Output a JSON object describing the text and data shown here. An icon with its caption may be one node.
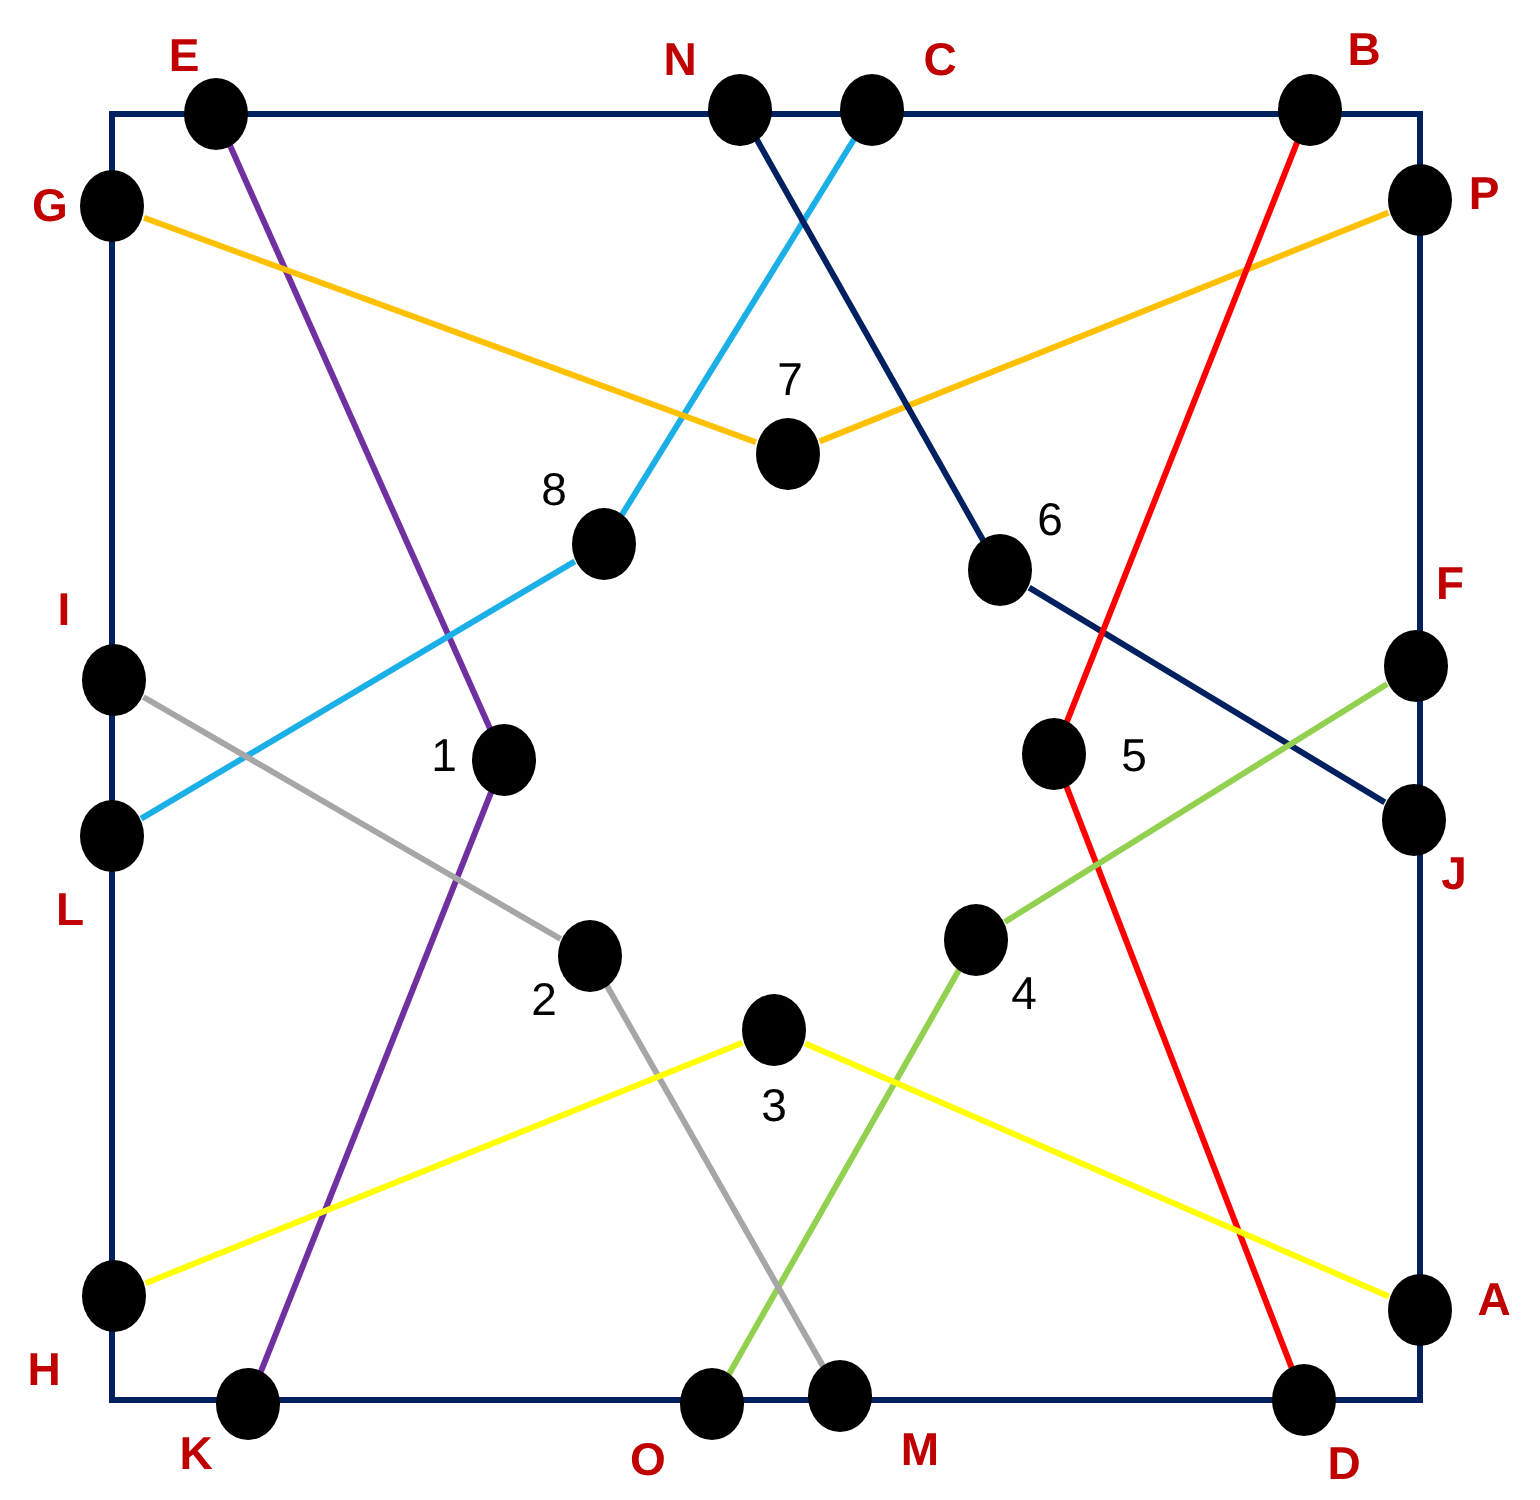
{
  "diagram": {
    "nodes": [
      {
        "text": [],
        "shape": "circle",
        "beside": [
          "E"
        ]
      },
      {
        "text": [],
        "shape": "circle",
        "beside": [
          "N"
        ]
      },
      {
        "text": [],
        "shape": "circle",
        "beside": [
          "C"
        ]
      },
      {
        "text": [],
        "shape": "circle",
        "beside": [
          "B"
        ]
      },
      {
        "text": [],
        "shape": "circle",
        "beside": [
          "G"
        ]
      },
      {
        "text": [],
        "shape": "circle",
        "beside": [
          "P"
        ]
      },
      {
        "text": [],
        "shape": "circle",
        "beside": [
          "7"
        ]
      },
      {
        "text": [],
        "shape": "circle",
        "beside": [
          "8"
        ]
      },
      {
        "text": [],
        "shape": "circle",
        "beside": [
          "6"
        ]
      },
      {
        "text": [],
        "shape": "circle",
        "beside": [
          "F"
        ]
      },
      {
        "text": [],
        "shape": "circle",
        "beside": [
          "I"
        ]
      },
      {
        "text": [],
        "shape": "circle",
        "beside": [
          "1"
        ]
      },
      {
        "text": [],
        "shape": "circle",
        "beside": [
          "5"
        ]
      },
      {
        "text": [],
        "shape": "circle",
        "beside": [
          "J"
        ]
      },
      {
        "text": [],
        "shape": "circle",
        "beside": [
          "L"
        ]
      },
      {
        "text": [],
        "shape": "circle",
        "beside": [
          "2"
        ]
      },
      {
        "text": [],
        "shape": "circle",
        "beside": [
          "4"
        ]
      },
      {
        "text": [],
        "shape": "circle",
        "beside": [
          "3"
        ]
      },
      {
        "text": [],
        "shape": "circle",
        "beside": [
          "H"
        ]
      },
      {
        "text": [],
        "shape": "circle",
        "beside": [
          "A"
        ]
      },
      {
        "text": [],
        "shape": "circle",
        "beside": [
          "K"
        ]
      },
      {
        "text": [],
        "shape": "circle",
        "beside": [
          "O"
        ]
      },
      {
        "text": [],
        "shape": "circle",
        "beside": [
          "M"
        ]
      },
      {
        "text": [],
        "shape": "circle",
        "beside": [
          "D"
        ]
      }
    ],
    "edges": [
      {
        "from": 0,
        "to": 11,
        "arrow": "none",
        "color": "#7030a0"
      },
      {
        "from": 11,
        "to": 20,
        "arrow": "none",
        "color": "#7030a0"
      },
      {
        "from": 2,
        "to": 7,
        "arrow": "none",
        "color": "#1aafe6"
      },
      {
        "from": 7,
        "to": 14,
        "arrow": "none",
        "color": "#1aafe6"
      },
      {
        "from": 4,
        "to": 6,
        "arrow": "none",
        "color": "#ffc000"
      },
      {
        "from": 6,
        "to": 5,
        "arrow": "none",
        "color": "#ffc000"
      },
      {
        "from": 1,
        "to": 8,
        "arrow": "none",
        "color": "#002060"
      },
      {
        "from": 8,
        "to": 13,
        "arrow": "none",
        "color": "#002060"
      },
      {
        "from": 3,
        "to": 12,
        "arrow": "none",
        "color": "#ff0000"
      },
      {
        "from": 12,
        "to": 23,
        "arrow": "none",
        "color": "#ff0000"
      },
      {
        "from": 9,
        "to": 16,
        "arrow": "none",
        "color": "#92d050"
      },
      {
        "from": 16,
        "to": 21,
        "arrow": "none",
        "color": "#92d050"
      },
      {
        "from": 10,
        "to": 15,
        "arrow": "none",
        "color": "#a6a6a6"
      },
      {
        "from": 15,
        "to": 22,
        "arrow": "none",
        "color": "#a6a6a6"
      },
      {
        "from": 18,
        "to": 17,
        "arrow": "none",
        "color": "#ffff00"
      },
      {
        "from": 17,
        "to": 19,
        "arrow": "none",
        "color": "#ffff00"
      }
    ]
  }
}
